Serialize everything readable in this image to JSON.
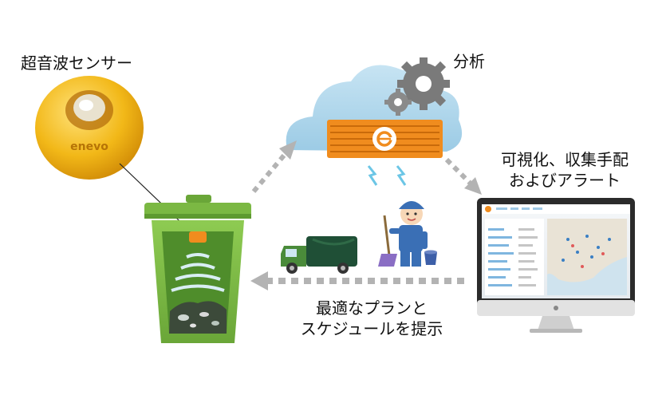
{
  "labels": {
    "sensor": "超音波センサー",
    "analysis": "分析",
    "visualization_line1": "可視化、収集手配",
    "visualization_line2": "およびアラート",
    "plan_line1": "最適なプランと",
    "plan_line2": "スケジュールを提示"
  },
  "sensor_brand": "enevo",
  "colors": {
    "sensor_yellow": "#f2b818",
    "bin_green": "#7bb843",
    "bin_dark_green": "#4f8d2b",
    "cloud_blue": "#a9d4ea",
    "server_orange": "#f08c1e",
    "gear_gray": "#7a7a7a",
    "arrow_gray": "#b3b3b3",
    "truck_green": "#4a8b3a",
    "truck_dark": "#1f4f36"
  }
}
